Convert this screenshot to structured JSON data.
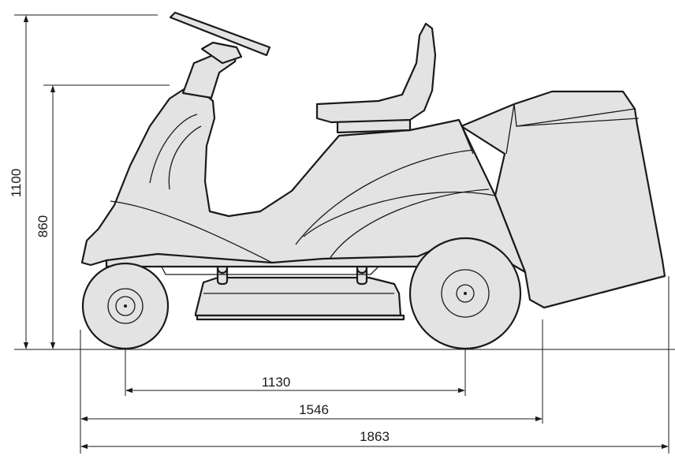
{
  "dimensions": {
    "height_total": "1100",
    "height_seat": "860",
    "wheelbase": "1130",
    "length_no_bag": "1546",
    "length_total": "1863"
  },
  "colors": {
    "body_fill": "#e3e3e3",
    "line": "#1a1a1a",
    "background": "#ffffff"
  }
}
